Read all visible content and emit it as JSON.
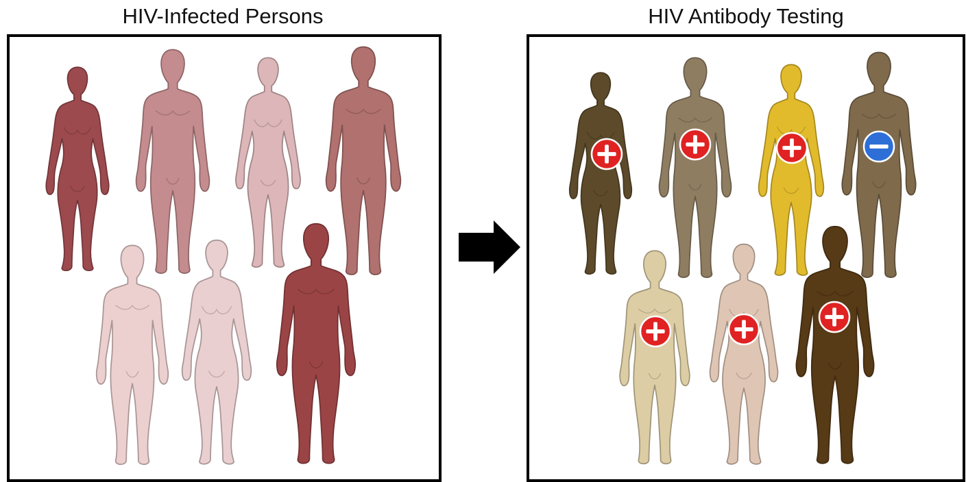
{
  "left_panel": {
    "title": "HIV-Infected Persons",
    "figures": [
      {
        "sex": "female",
        "color": "#9c4a4e"
      },
      {
        "sex": "male",
        "color": "#c48c8e"
      },
      {
        "sex": "female",
        "color": "#dcb6b8"
      },
      {
        "sex": "male",
        "color": "#b0716f"
      },
      {
        "sex": "male",
        "color": "#eccfcf"
      },
      {
        "sex": "female",
        "color": "#eacfd0"
      },
      {
        "sex": "male",
        "color": "#9b4446"
      }
    ]
  },
  "arrow": {
    "direction": "right",
    "color": "#000000"
  },
  "right_panel": {
    "title": "HIV Antibody Testing",
    "figures": [
      {
        "sex": "female",
        "color": "#5c4a2a",
        "result": "positive"
      },
      {
        "sex": "male",
        "color": "#8f7d62",
        "result": "positive"
      },
      {
        "sex": "female",
        "color": "#e2bb2c",
        "result": "positive"
      },
      {
        "sex": "male",
        "color": "#7f6a4c",
        "result": "negative"
      },
      {
        "sex": "male",
        "color": "#ddcda5",
        "result": "positive"
      },
      {
        "sex": "female",
        "color": "#dfc6b4",
        "result": "positive"
      },
      {
        "sex": "male",
        "color": "#573a16",
        "result": "positive"
      }
    ]
  },
  "colors": {
    "positive": "#e02222",
    "negative": "#2d6fd6",
    "border": "#000000"
  }
}
